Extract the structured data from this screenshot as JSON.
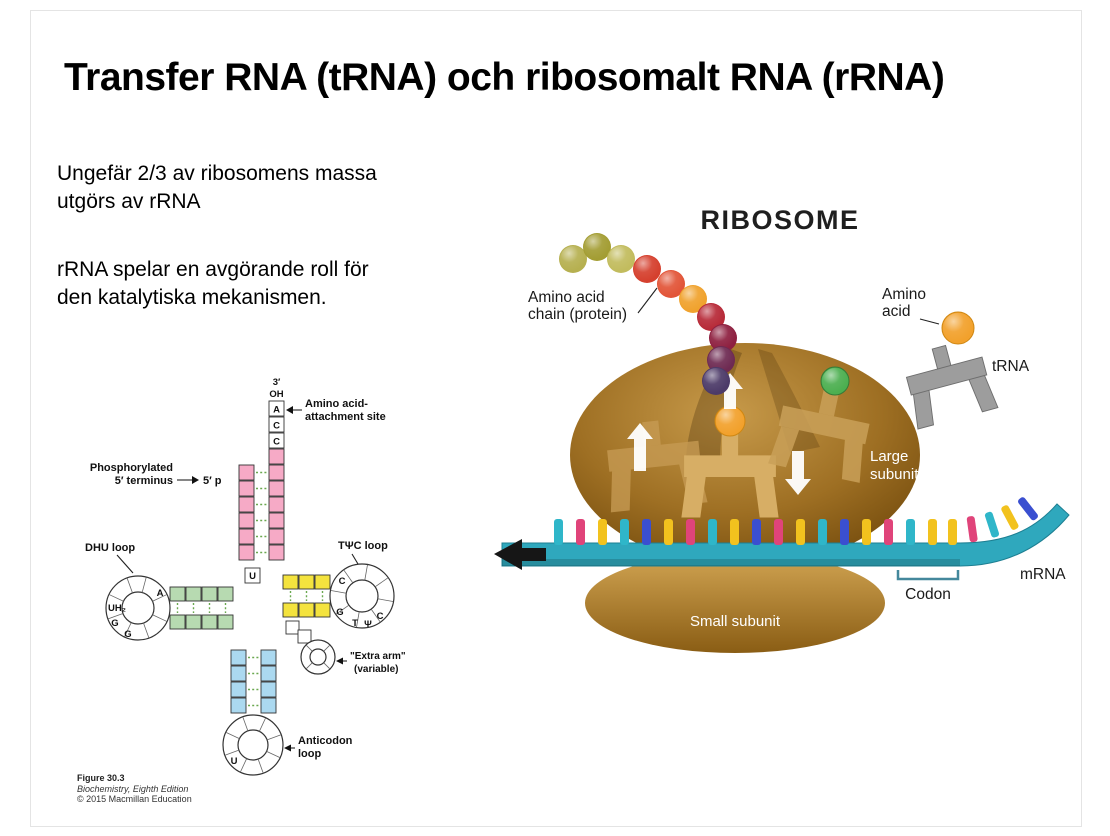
{
  "slide": {
    "title": "Transfer RNA (tRNA) och ribosomalt RNA (rRNA)",
    "paragraphs": [
      {
        "lines": [
          "Ungefär 2/3 av ribosomens massa",
          "utgörs av rRNA"
        ]
      },
      {
        "lines": [
          "rRNA spelar en avgörande roll för",
          "den katalytiska mekanismen."
        ]
      }
    ]
  },
  "trna": {
    "three_prime": "3′",
    "oh": "OH",
    "acc": [
      "A",
      "C",
      "C"
    ],
    "attachment_site": [
      "Amino acid-",
      "attachment site"
    ],
    "phosphorylated": [
      "Phosphorylated",
      "5′ terminus"
    ],
    "five_prime_p": "5′ p",
    "dhu_loop_label": "DHU loop",
    "dhu_bases": [
      "A",
      "UH₂",
      "G",
      "G"
    ],
    "junction_base": "U",
    "tpsi_loop_label": "TΨC loop",
    "tpsi_bases": [
      "C",
      "G",
      "T",
      "Ψ",
      "C"
    ],
    "extra_arm": [
      "\"Extra arm\"",
      "(variable)"
    ],
    "anticodon_base": "U",
    "anticodon_label": [
      "Anticodon",
      "loop"
    ],
    "caption": {
      "figure": "Figure 30.3",
      "book": "Biochemistry, Eighth Edition",
      "copyright": "© 2015 Macmillan Education"
    }
  },
  "ribosome": {
    "title": "RIBOSOME",
    "amino_acid_chain": [
      "Amino acid",
      "chain (protein)"
    ],
    "amino_acid": [
      "Amino",
      "acid"
    ],
    "trna_label": "tRNA",
    "large_subunit": [
      "Large",
      "subunit"
    ],
    "small_subunit": "Small subunit",
    "mrna_label": "mRNA",
    "codon_label": "Codon"
  },
  "colors": {
    "acceptor_stem_pink": "#f6aac6",
    "dhu_stem_green": "#b7dab1",
    "tpsi_stem_yellow": "#f4e33e",
    "anticodon_stem_blue": "#abd9f0",
    "pairing_green": "#6aa84f",
    "large_subunit_brown": "#9c6b1f",
    "small_subunit_brown": "#b08030",
    "mrna_teal": "#2fa8bd",
    "amino_acid_orange": "#f2a12c"
  }
}
